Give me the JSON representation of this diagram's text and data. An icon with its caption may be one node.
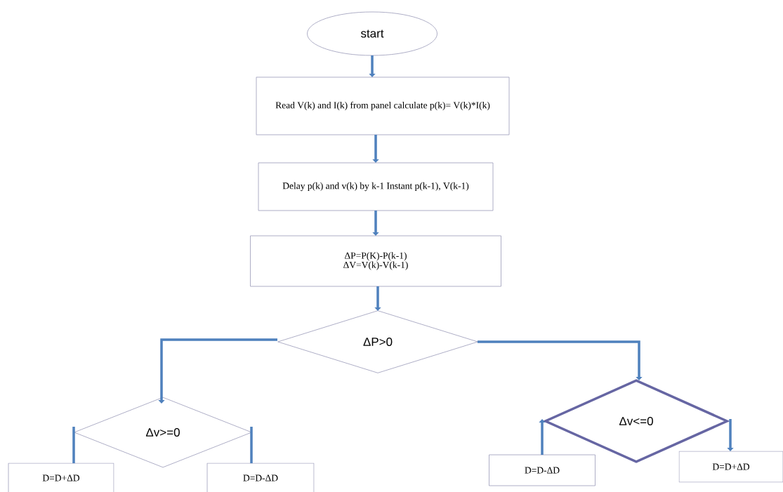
{
  "diagram": {
    "nodes": [
      {
        "text": [
          "start"
        ]
      },
      {
        "text": [
          "Read V(k) and I(k) from panel calculate p(k)= V(k)*I(k)"
        ]
      },
      {
        "text": [
          "Delay p(k) and v(k) by k-1 Instant p(k-1), V(k-1)"
        ]
      },
      {
        "text": [
          "ΔP=P(K)-P(k-1) ΔV=V(k)-V(k-1)"
        ]
      },
      {
        "text": [
          "ΔP>0"
        ]
      },
      {
        "text": [
          "Δv>=0"
        ]
      },
      {
        "text": [
          "Δv<=0"
        ]
      },
      {
        "text": [
          "D=D+ΔD"
        ]
      },
      {
        "text": [
          "D=D-ΔD"
        ]
      },
      {
        "text": [
          "D=D-ΔD"
        ]
      },
      {
        "text": [
          "D=D+ΔD"
        ]
      }
    ],
    "edges": [
      {
        "from": 0,
        "to": 1,
        "arrow": "to"
      },
      {
        "from": 1,
        "to": 2,
        "arrow": "to"
      },
      {
        "from": 2,
        "to": 3,
        "arrow": "to"
      },
      {
        "from": 3,
        "to": 4,
        "arrow": "to"
      },
      {
        "from": 4,
        "to": 5,
        "arrow": "to"
      },
      {
        "from": 4,
        "to": 6,
        "arrow": "to"
      },
      {
        "from": 5,
        "to": 7,
        "arrow": "none"
      },
      {
        "from": 5,
        "to": 8,
        "arrow": "none"
      },
      {
        "from": 9,
        "to": 6,
        "arrow": "to"
      },
      {
        "from": 6,
        "to": 10,
        "arrow": "to"
      }
    ]
  }
}
